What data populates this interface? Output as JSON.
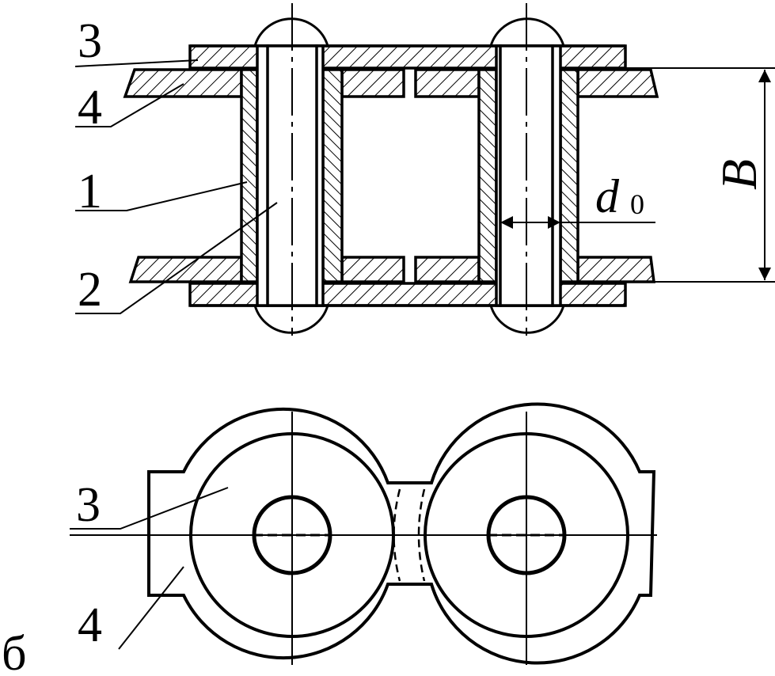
{
  "figure": {
    "top_view": {
      "labels": {
        "plate_outer": "3",
        "plate_inner": "4",
        "bushing": "1",
        "pin": "2"
      },
      "dimensions": {
        "width": "B",
        "diameter_base": "d",
        "diameter_sub": "0"
      }
    },
    "side_view": {
      "labels": {
        "plate_outer": "3",
        "plate_inner": "4"
      },
      "view_letter": "б"
    }
  },
  "colors": {
    "ink": "#000000",
    "paper": "#ffffff"
  }
}
